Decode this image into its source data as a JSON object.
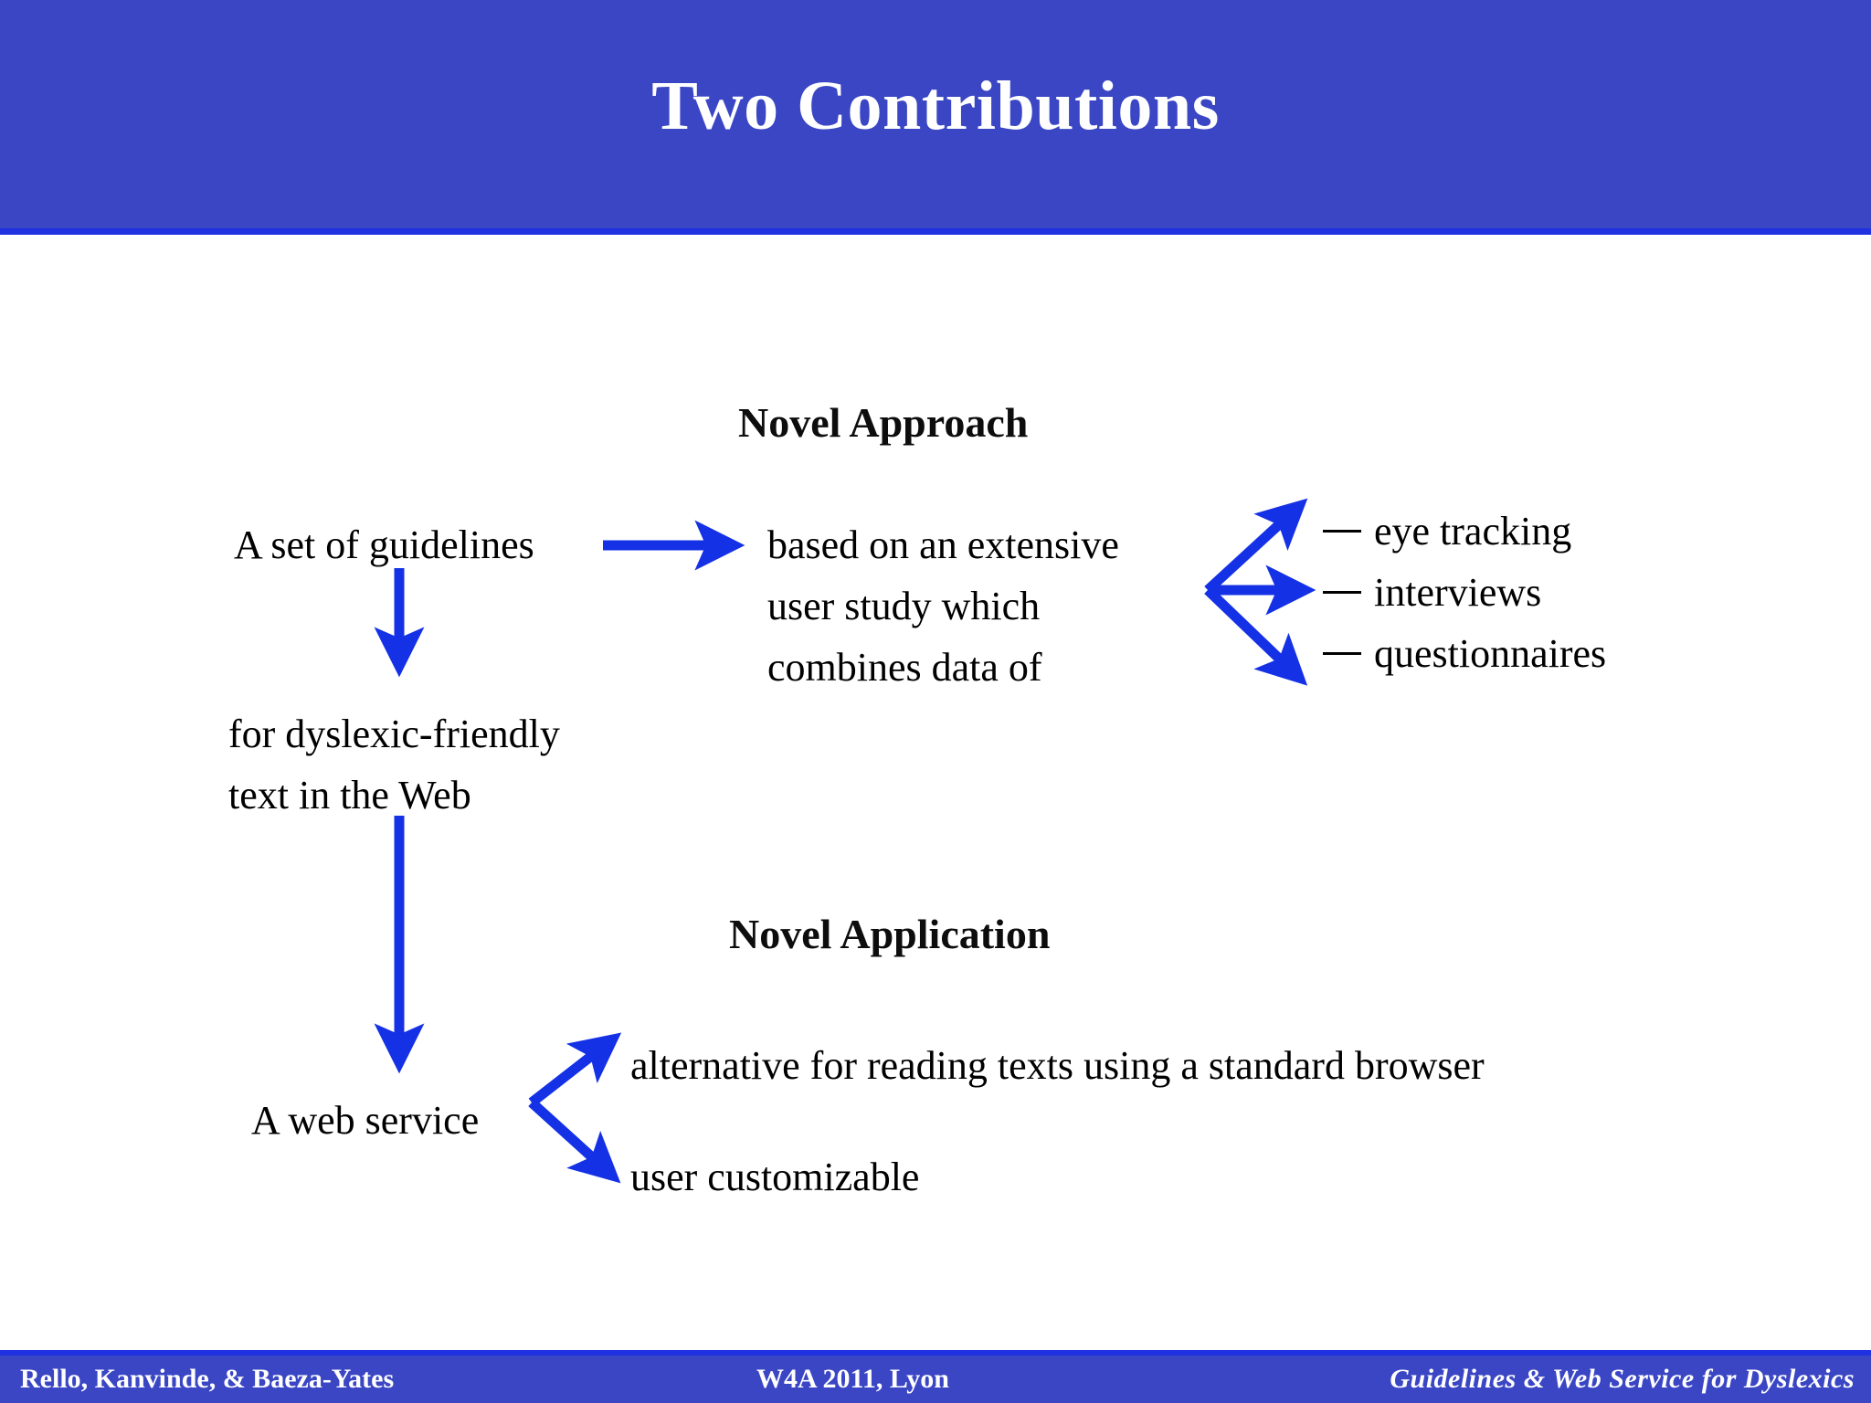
{
  "slide": {
    "title": "Two Contributions",
    "title_bar_color": "#3A46C4",
    "accent_color": "#1F31E0",
    "arrow_color": "#1431E6",
    "text_color": "#000000",
    "background_color": "#FFFFFF"
  },
  "sections": {
    "novel_approach": {
      "heading": "Novel Approach",
      "source": "A set of guidelines",
      "target": "based on an extensive\nuser study which\ncombines data of",
      "methods": [
        {
          "dash": "—",
          "label": "eye tracking"
        },
        {
          "dash": "—",
          "label": "interviews"
        },
        {
          "dash": "—",
          "label": "questionnaires"
        }
      ]
    },
    "guidelines_detail": "for dyslexic-friendly\ntext in the Web",
    "novel_application": {
      "heading": "Novel Application",
      "source": "A web service",
      "features": [
        "alternative for reading texts using a standard browser",
        "user customizable"
      ]
    }
  },
  "footer": {
    "authors": "Rello, Kanvinde, & Baeza-Yates",
    "venue": "W4A 2011, Lyon",
    "talk_title": "Guidelines & Web Service for Dyslexics"
  }
}
